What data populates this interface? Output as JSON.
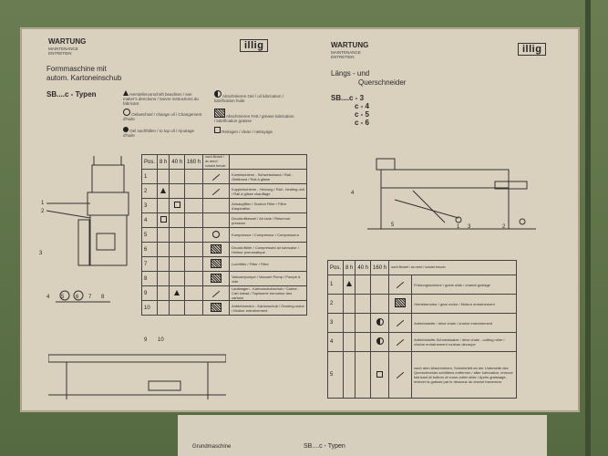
{
  "left_sheet": {
    "wartung": "WARTUNG",
    "maintenance": "MAINTENANCE",
    "entretien": "ENTRETIEN",
    "logo": "illig",
    "machine_line1": "Formmaschine mit",
    "machine_line2": "autom. Kartoneinschub",
    "type": "SB....c - Typen",
    "legend": [
      {
        "icon": "triangle",
        "text": "Herstellervorschrift beachten / see maker's directions / Suivre instructions du fabricant"
      },
      {
        "icon": "circle",
        "text": "Oelwechsel / change oil / Changement d'huile"
      },
      {
        "icon": "dot",
        "text": "Oel nachfüllen / to top oil / Ajoutage d'huile"
      },
      {
        "icon": "half-circle",
        "text": "Abschmieren Oel / oil lubrication / lubrification huile"
      },
      {
        "icon": "hatch",
        "text": "Abschmieren Fett / grease lubrication / lubrification graisse"
      },
      {
        "icon": "square",
        "text": "Reinigen / clean / nettoyage"
      }
    ],
    "table_headers": [
      "Pos.",
      "8 h",
      "40 h",
      "160 h",
      "nach Bedarf / as need / suivant besoin",
      ""
    ],
    "rows": [
      {
        "pos": "1",
        "col8": "",
        "col40": "",
        "col160": "",
        "sym": "slash",
        "desc": "Kombischiene - Schweissband / Rail - Gleitband / Rail à glisse"
      },
      {
        "pos": "2",
        "col8": "tri",
        "col40": "",
        "col160": "",
        "sym": "slash",
        "desc": "Kupplelschiene - Heizung / Rail - heating unit / Rail à glisse chauffage"
      },
      {
        "pos": "3",
        "col8": "",
        "col40": "sq",
        "col160": "",
        "sym": "",
        "desc": "Ansaugfilter / Suction Filter / Filtre d'aspiration"
      },
      {
        "pos": "4",
        "col8": "sq",
        "col40": "",
        "col160": "",
        "sym": "",
        "desc": "Druckluftkessel / Air tank / Réservoir pression"
      },
      {
        "pos": "5",
        "col8": "",
        "col40": "",
        "col160": "",
        "sym": "circle",
        "desc": "Kompressor / Compressor / Compresseur"
      },
      {
        "pos": "6",
        "col8": "",
        "col40": "",
        "col160": "",
        "sym": "hatch",
        "desc": "Druckluftöler / Compressed air lubricator / Huileur pneumatique"
      },
      {
        "pos": "7",
        "col8": "",
        "col40": "",
        "col160": "",
        "sym": "hatch",
        "desc": "Lochfilter / Filter / Filtre"
      },
      {
        "pos": "8",
        "col8": "",
        "col40": "",
        "col160": "",
        "sym": "hatch",
        "desc": "Vakuumpumpe / Vacuum Pump / Pompe à vide"
      },
      {
        "pos": "9",
        "col8": "",
        "col40": "tri",
        "col160": "",
        "sym": "slash",
        "desc": "Laufwagen - Kartonschubschub / Carrier - Cart inlead / Tapisserie enrouleur des cartons"
      },
      {
        "pos": "10",
        "col8": "",
        "col40": "",
        "col160": "",
        "sym": "hatch",
        "desc": "Antriebsmotor - Kartonschub / Gearing motor / Moteur entraînement"
      }
    ],
    "callouts": [
      "1",
      "2",
      "3",
      "4",
      "5",
      "6",
      "7",
      "8",
      "9",
      "10"
    ]
  },
  "right_sheet": {
    "wartung": "WARTUNG",
    "maintenance": "MAINTENANCE",
    "entretien": "ENTRETIEN",
    "logo": "illig",
    "machine_line1": "Längs - und",
    "machine_line2": "Querschneider",
    "types": [
      "SB....c - 3",
      "c - 4",
      "c - 5",
      "c - 6"
    ],
    "table_headers": [
      "Pos.",
      "8 h",
      "40 h",
      "160 h",
      "nach Bedarf / as need / suivant besoin"
    ],
    "rows": [
      {
        "pos": "1",
        "col8": "tri",
        "col160": "",
        "sym": "slash",
        "desc": "Führungsschiene / guide slide / chariot guidage"
      },
      {
        "pos": "2",
        "col8": "",
        "col160": "",
        "sym": "hatch",
        "desc": "Getriebemotor / gear motor / Moteur entraînement"
      },
      {
        "pos": "3",
        "col8": "",
        "col160": "half",
        "sym": "slash",
        "desc": "Antriebskette / drive chain / chaîne entraînement"
      },
      {
        "pos": "4",
        "col8": "",
        "col160": "half",
        "sym": "slash",
        "desc": "Antriebskette-Schneidwalze / drive chain - cutting roller / chaîne entraînement rouleau découpe"
      },
      {
        "pos": "5",
        "col8": "",
        "col160": "sq",
        "sym": "slash",
        "desc": "nach dem Abschmieren, Schmierfett an der Unterseite des Querschneider-schlittens entfernen / after lubrication, remove lubricant at bottom of cross cutter slide / Après graissage, enlever la graisse par le dessous du chariot traverseur"
      }
    ],
    "callouts": [
      "1",
      "2",
      "3",
      "4",
      "5"
    ]
  },
  "bottom_sheet": {
    "label1": "Grundmaschine",
    "type": "SB....c - Typen"
  }
}
